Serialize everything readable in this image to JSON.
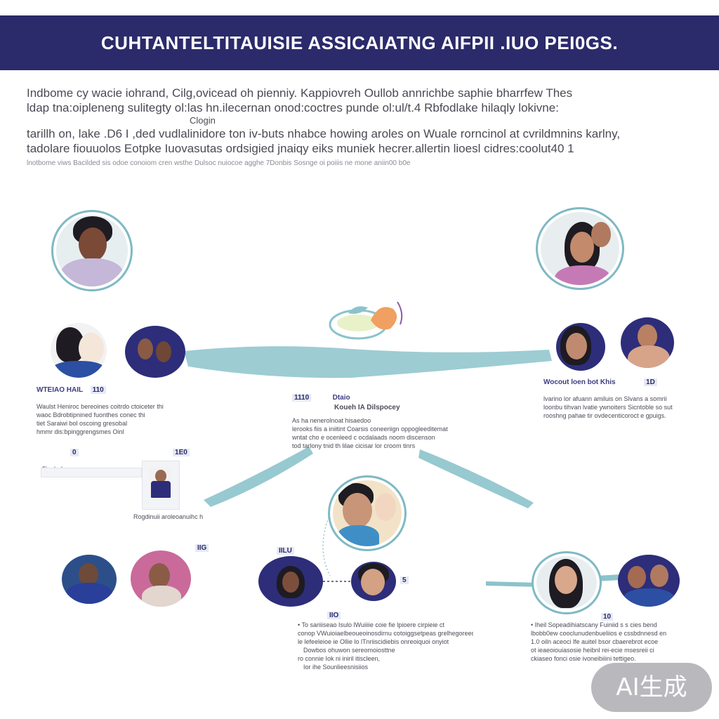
{
  "header": {
    "title": "CUHTANTELTITAUISIE ASSICAIATNG AIFPII .IUO PEI0GS."
  },
  "intro": {
    "lines": [
      "Indbome cy wacie iohrand, Cilg,ovicead oh pienniy. Kappiovreh Oullob annrichbe saphie bharrfew Thes",
      "ldap tna:oipleneng  sulitegty ol:las  hn.ilecernan onod:coctres  punde  ol:ul/t.4 Rbfodlake  hilaqly lokivne:",
      "Clogin",
      "tarillh on, lake .D6 I ,ded  vudlalinidore  ton iv-buts  nhabce howing aroles on Wuale  rorncinol at cvrildmnins karlny,",
      "tadolare fiouuolos  Eotpke  Iuovasutas  ordsigied jnaiqy eiks  muniek hecrer.allertin lioesl cidres:coolut40 1",
      "lnotbome viws Bacilded sis odoe conoiom cren wsthe Dulsoc nuiocoe agghe 7Donbis Sosnge oi poiiis ne mone aniin00 b0e"
    ]
  },
  "nodes": {
    "left_group": {
      "tag": "WTEIAO HAIL",
      "code": "110",
      "lines": [
        "Waulst Heniroc bereoines coitrdo ctoiceter thi",
        "waoc   Bdrobtipnined  fuonthes conec thi",
        "tiet   Saraiwi  bol  oscoing  gresobal",
        "hmmr  dis:bpinggrengsmes  Oinl"
      ]
    },
    "center_group": {
      "tag": "Dtaio",
      "code": "1110",
      "title": "Koueh  IA Dilspocey",
      "lines": [
        "As  ha nenerolnoat hisaedoo",
        "lerooks fiis a  iniitint  Coarsis coneeriign oppogleeditemat",
        "wntat cho e  ocenleed c ocdalaads noom discenson",
        "tod tarlony  tnid  th lilae cicisar lor croom tinrs"
      ]
    },
    "right_group": {
      "tag": "Wocout  loen bot  Khis",
      "code": "1D",
      "lines": [
        "lvarino  lor  afuann  amiluis  on  Slvans  a  somrii",
        "loonbu  tihvan  lvatie  ywnoiters  Sicntoble  so sut",
        "rooshng  pahae  tir  ovdecenticoroct  e  gpuigs."
      ]
    },
    "left_card": {
      "code_a": "0",
      "code_b": "1E0",
      "line": "Fiosbohe",
      "caption": "Rogdinuii aroleoanuihc h"
    },
    "bottom_left": {
      "code": "IIG"
    },
    "bottom_center": {
      "code_a": "IILU",
      "code_b": "5",
      "code_c": "IIO",
      "lines": [
        "•  To sariiiseao Isulo  lWuiiiie  coie  fie  lpioere  cirpieie  ct",
        "conop   VWuioiaelbeoueoinosdirnu cotoiggsetpeas grelhegoreeos",
        "le  lefeeleioe  ie  Ollie  lo  lTnriiscidiebis  onreoiquoi onyiot",
        "Dowbos  ohuwon sereomoiosttne",
        "ro connie  Iok  ni iniril itiscleen,",
        "Ior ihe  Sounlieesnisiios"
      ]
    },
    "bottom_right": {
      "code": "10",
      "lines": [
        "•  Iheil  Sopeadihiatscany Fuiniid  s s  cies  bend",
        "lbobb0ew  cooclunudenbueliios  e  cssbdnnesd  en",
        "1.0 oiln aceoci  lfe  auitel bsor cbaerebrot ecoe",
        "ot ieaeoiouiasosie  heibnl  rei-ecie  msesreii ci",
        "ckiaseo  fonci  osie  ivoneibiiini  tettigeo."
      ]
    }
  },
  "badge": {
    "label": "AI生成"
  },
  "palette": {
    "banner": "#2b2a6b",
    "teal": "#8cc3cb",
    "avatar_bg": "#2d2d7a"
  }
}
